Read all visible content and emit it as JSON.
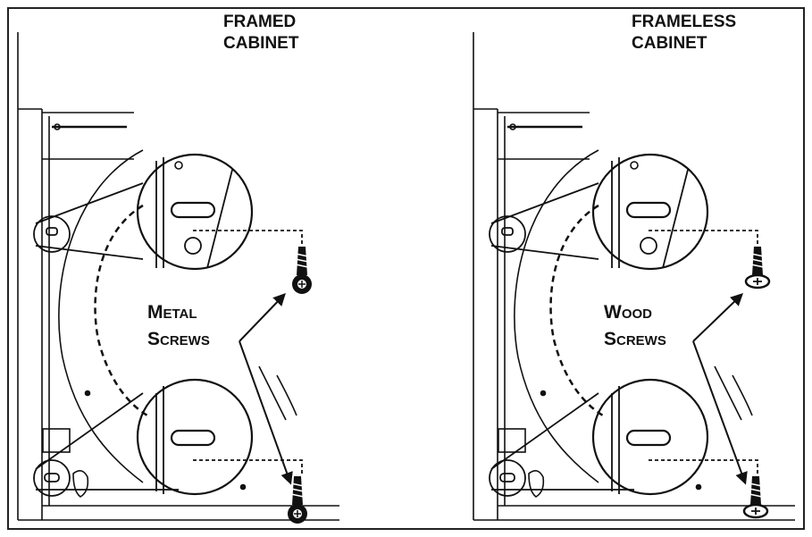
{
  "panels": [
    {
      "id": "framed",
      "title_line1": "FRAMED",
      "title_line2": "CABINET",
      "label_line1_cap": "M",
      "label_line1_rest": "ETAL",
      "label_line2_cap": "S",
      "label_line2_rest": "CREWS",
      "screw_type": "metal-screw-icon"
    },
    {
      "id": "frameless",
      "title_line1": "FRAMELESS",
      "title_line2": "CABINET",
      "label_line1_cap": "W",
      "label_line1_rest": "OOD",
      "label_line2_cap": "S",
      "label_line2_rest": "CREWS",
      "screw_type": "wood-screw-icon"
    }
  ]
}
